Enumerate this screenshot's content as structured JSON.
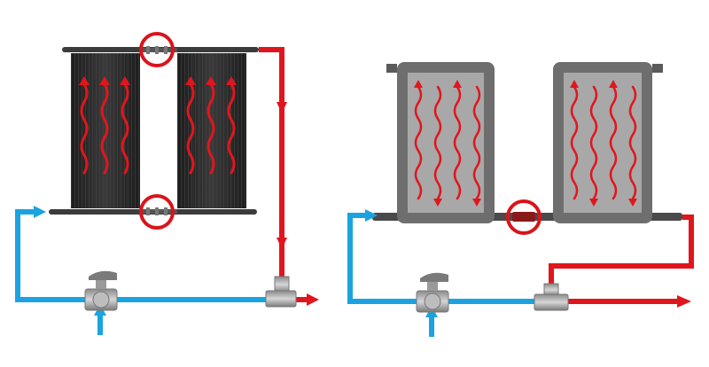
{
  "diagram": {
    "colors": {
      "cold_water": "#1aa3e0",
      "hot_water": "#e0161d",
      "panel_dark": "#2a2a2a",
      "panel_grey": "#a8a8a8",
      "frame_grey": "#6e6e6e",
      "fitting_grey": "#c9c9c9",
      "highlight_ring": "#d9141b"
    },
    "left_system": {
      "kind": "flexible-mat-collectors",
      "panel_count": 2,
      "highlighted_joints": 2
    },
    "right_system": {
      "kind": "rigid-frame-collectors",
      "panel_count": 2,
      "highlighted_joints": 1
    },
    "icons": [
      "three-way-valve-icon",
      "tee-fitting-icon",
      "flow-arrow-icon",
      "heat-wave-icon"
    ]
  }
}
